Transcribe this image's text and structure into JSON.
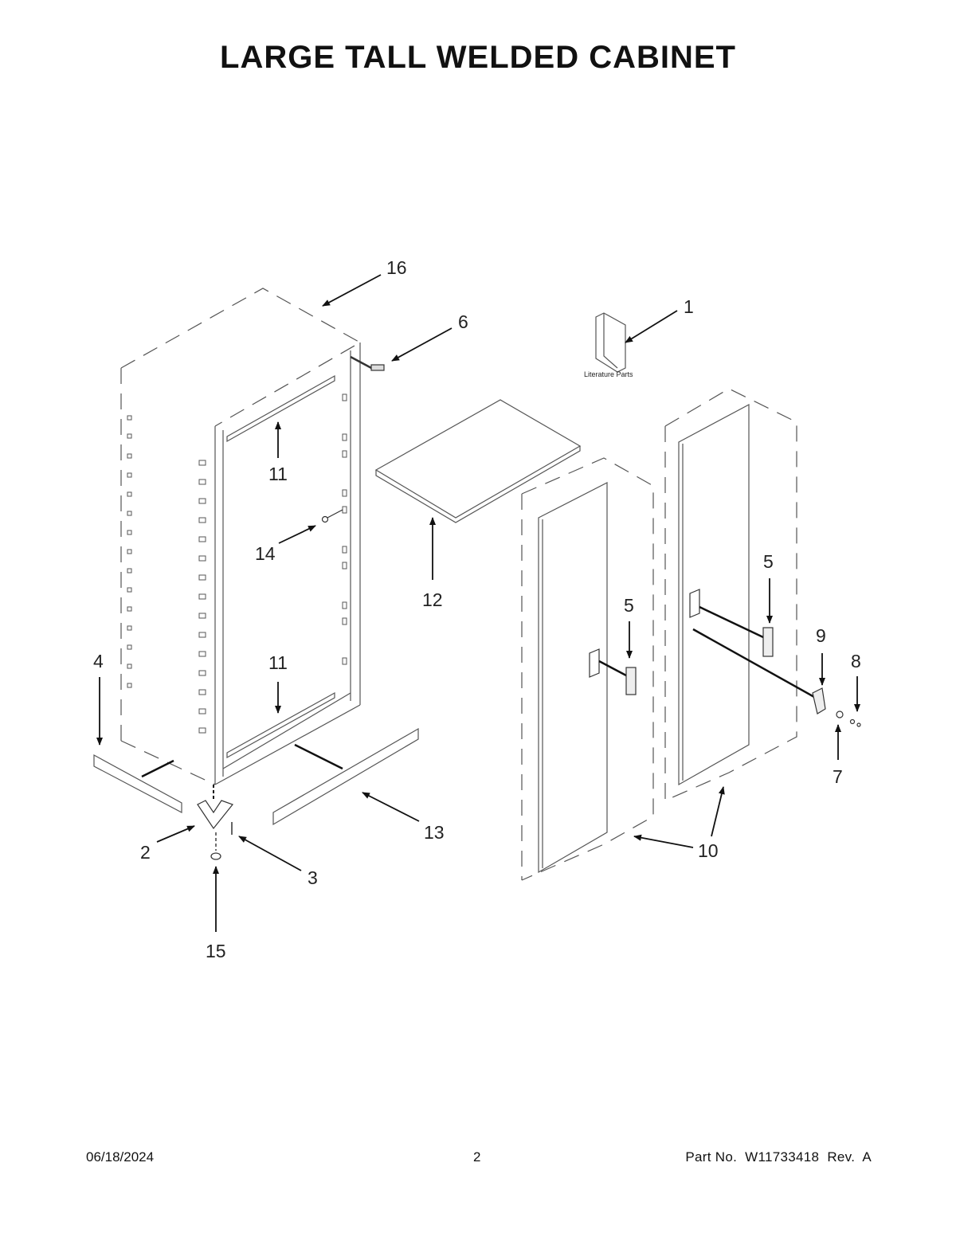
{
  "title": "LARGE TALL WELDED CABINET",
  "diagram": {
    "literature_label": "Literature Parts",
    "callouts": {
      "c1": "1",
      "c2": "2",
      "c3": "3",
      "c4": "4",
      "c5a": "5",
      "c5b": "5",
      "c6": "6",
      "c7": "7",
      "c8": "8",
      "c9": "9",
      "c10": "10",
      "c11a": "11",
      "c11b": "11",
      "c12": "12",
      "c13": "13",
      "c14": "14",
      "c15": "15",
      "c16": "16"
    }
  },
  "footer": {
    "date": "06/18/2024",
    "page": "2",
    "part_label": "Part No.",
    "part_number": "W11733418",
    "rev_label": "Rev.",
    "rev": "A"
  }
}
